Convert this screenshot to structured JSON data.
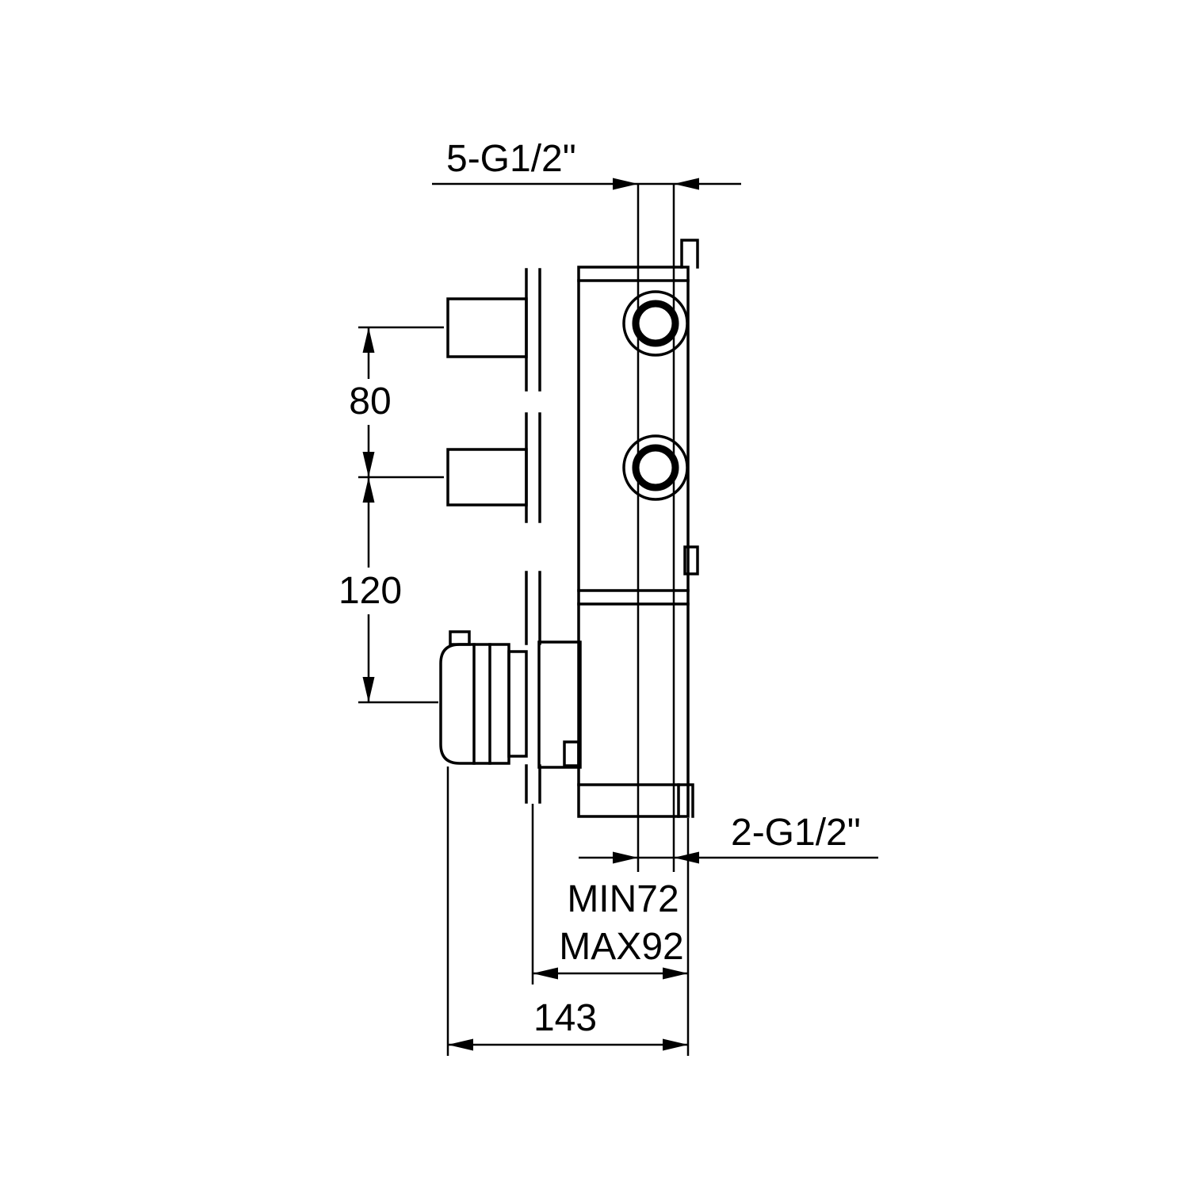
{
  "page": {
    "background": "#ffffff",
    "line_color": "#000000"
  },
  "drawing": {
    "type": "technical-dimension-drawing",
    "subject": "concealed-valve-side-view",
    "dimensions": {
      "top_thread": "5-G1/2\"",
      "upper_port_spacing": "80",
      "lower_port_spacing": "120",
      "bottom_thread": "2-G1/2\"",
      "depth_min": "MIN72",
      "depth_max": "MAX92",
      "overall_depth": "143"
    }
  }
}
